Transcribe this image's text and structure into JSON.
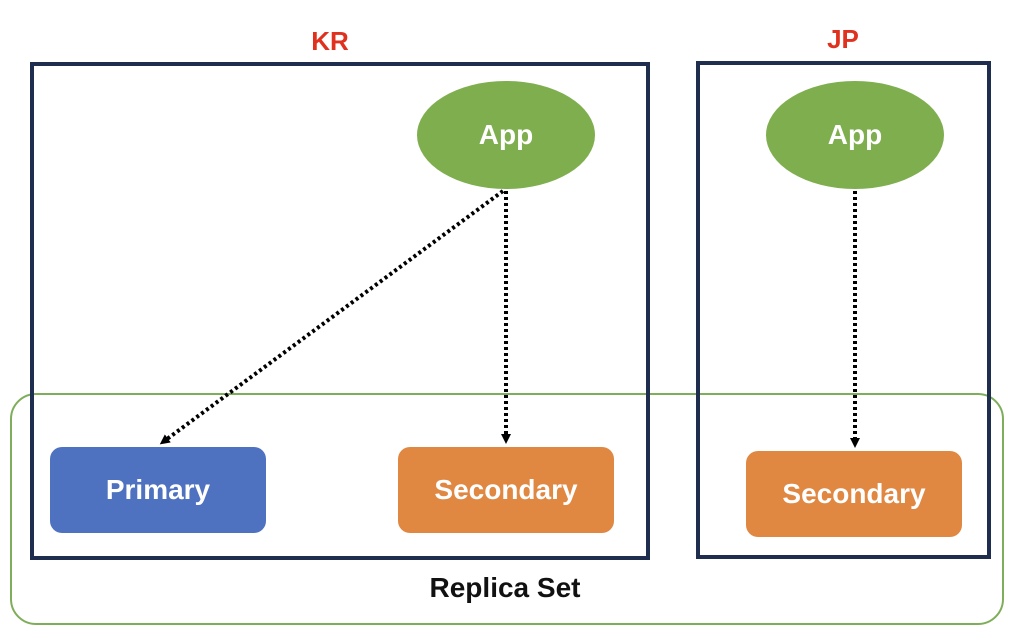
{
  "regions": {
    "kr": {
      "label": "KR"
    },
    "jp": {
      "label": "JP"
    }
  },
  "replica_set": {
    "label": "Replica Set"
  },
  "nodes": {
    "kr_app": {
      "label": "App"
    },
    "jp_app": {
      "label": "App"
    },
    "kr_primary": {
      "label": "Primary"
    },
    "kr_secondary": {
      "label": "Secondary"
    },
    "jp_secondary": {
      "label": "Secondary"
    }
  },
  "colors": {
    "region_label": "#e0301e",
    "region_border": "#1f2d4f",
    "replica_border": "#7fae5a",
    "app": "#7fae4f",
    "primary": "#4f72c0",
    "secondary": "#e08742",
    "arrow": "#000000"
  }
}
